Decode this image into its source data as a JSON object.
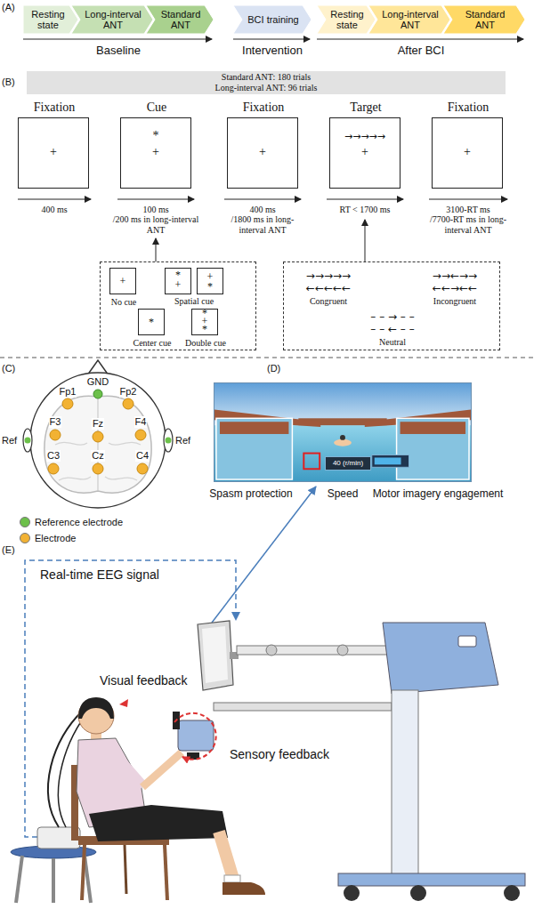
{
  "diagram": {
    "nodes": [
      {
        "text": [
          "Resting state"
        ]
      },
      {
        "text": [
          "Long-interval ANT"
        ]
      },
      {
        "text": [
          "Standard ANT"
        ]
      },
      {
        "text": [
          "BCI training"
        ]
      },
      {
        "text": [
          "Resting state"
        ]
      },
      {
        "text": [
          "Long-interval ANT"
        ]
      },
      {
        "text": [
          "Standard ANT"
        ]
      },
      {
        "text": [
          "Standard ANT: 180 trials",
          "Long-interval ANT: 96 trials"
        ]
      },
      {
        "text": [
          "Fixation",
          "+"
        ]
      },
      {
        "text": [
          "Cue",
          "*",
          "+"
        ]
      },
      {
        "text": [
          "Fixation",
          "+"
        ]
      },
      {
        "text": [
          "Target",
          "→→→→→",
          "+"
        ]
      },
      {
        "text": [
          "Fixation",
          "+"
        ]
      },
      {
        "text": [
          "Spatial cue"
        ]
      },
      {
        "text": [
          "+",
          "No cue"
        ],
        "in": 13
      },
      {
        "text": [
          "*",
          "+"
        ],
        "in": 13
      },
      {
        "text": [
          "+",
          "*"
        ],
        "in": 13
      },
      {
        "text": [
          "*",
          "Center cue"
        ],
        "in": 13
      },
      {
        "text": [
          "*",
          "+",
          "*",
          "Double cue"
        ],
        "in": 13
      },
      {
        "text": [
          "→→→→→",
          "←←←←←",
          "Congruent",
          "→→←→→",
          "←←→←←",
          "Incongruent",
          "– – → – –",
          "– – ← – –",
          "Neutral"
        ]
      },
      {
        "text": [
          "40 (r/min)"
        ]
      }
    ],
    "labels": [
      "(A)",
      "Baseline",
      "Intervention",
      "After BCI",
      "(B)",
      "400 ms",
      "100 ms",
      "/200 ms in long-interval ANT",
      "400 ms",
      "/1800 ms in long-interval ANT",
      "RT < 1700 ms",
      "3100-RT ms",
      "/7700-RT ms in long-interval ANT",
      "(C)",
      "Fp1",
      "Fp2",
      "GND",
      "F3",
      "Fz",
      "F4",
      "C3",
      "Cz",
      "C4",
      "Ref",
      "Ref",
      "(D)",
      "Spasm protection",
      "Speed",
      "Motor imagery engagement",
      "(E)",
      "Real-time EEG signal",
      "Visual feedback",
      "Sensory feedback"
    ],
    "legend": [
      {
        "text": "Reference electrode",
        "color": "#6cc04a"
      },
      {
        "text": "Electrode",
        "color": "#f2b233"
      }
    ]
  }
}
